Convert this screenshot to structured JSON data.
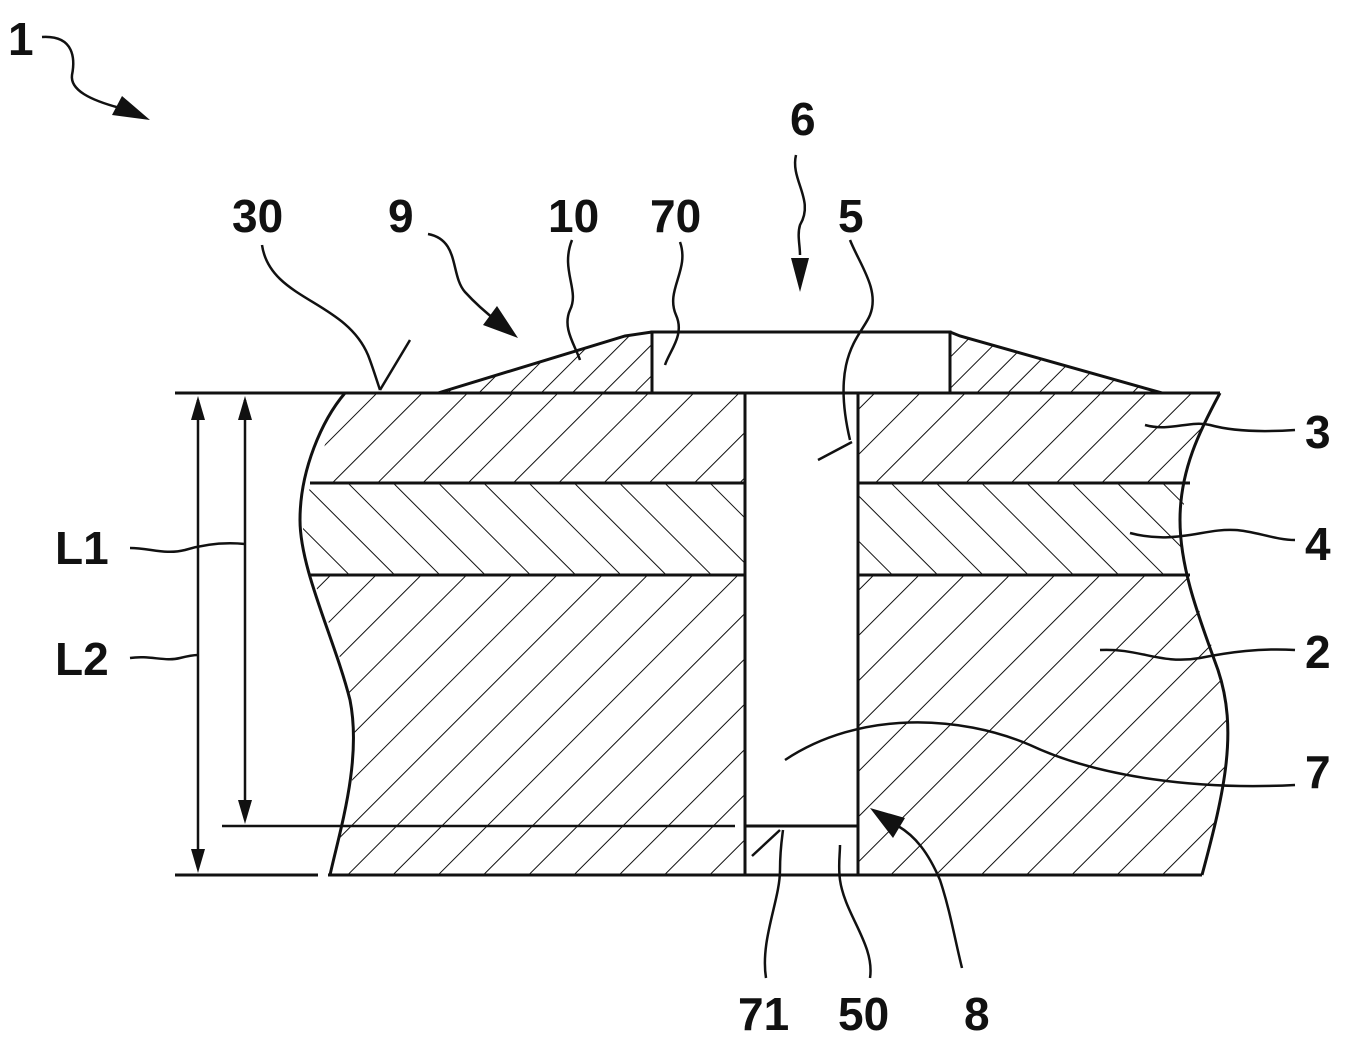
{
  "figure": {
    "reference_labels": {
      "assembly": "1",
      "layer_top": "3",
      "layer_middle": "4",
      "substrate": "2",
      "channel": "5",
      "channel_bottom": "50",
      "component": "6",
      "pin": "7",
      "pin_head": "70",
      "pin_tip": "71",
      "bore": "8",
      "joint": "9",
      "fillet": "10",
      "surface": "30",
      "length_1": "L1",
      "length_2": "L2"
    },
    "colors": {
      "line": "#111111",
      "background": "#ffffff"
    }
  }
}
